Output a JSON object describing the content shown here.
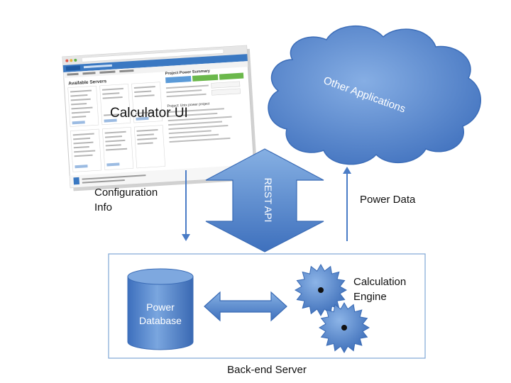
{
  "labels": {
    "calculator_ui": "Calculator UI",
    "other_applications": "Other Applications",
    "rest_api": "REST API",
    "configuration_info_line1": "Configuration",
    "configuration_info_line2": "Info",
    "power_data": "Power Data",
    "power_database_line1": "Power",
    "power_database_line2": "Database",
    "calculation_engine_line1": "Calculation",
    "calculation_engine_line2": "Engine",
    "backend_server": "Back-end Server"
  },
  "screenshot": {
    "section_title": "Available Servers",
    "summary_title": "Project Power Summary",
    "project_title": "Project: Unix power project"
  },
  "colors": {
    "shape_fill_top": "#7aa7dd",
    "shape_fill_bottom": "#3f73c0",
    "shape_stroke": "#3a6bb5",
    "cloud_fill": "#5b8ed4",
    "server_box_stroke": "#7fa6d6"
  }
}
